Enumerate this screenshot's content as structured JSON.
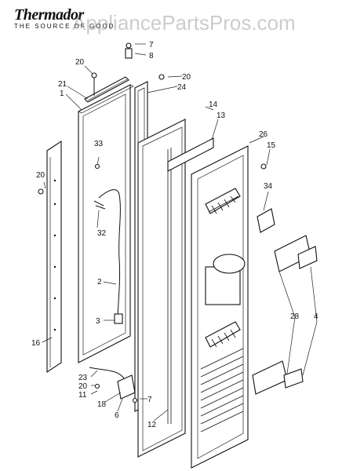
{
  "brand": {
    "name": "Thermador",
    "tagline": "THE SOURCE OF GOOD"
  },
  "watermark": "AppliancePartsPros.com",
  "callouts": [
    {
      "id": "c7",
      "text": "7"
    },
    {
      "id": "c8",
      "text": "8"
    },
    {
      "id": "c20a",
      "text": "20"
    },
    {
      "id": "c20b",
      "text": "20"
    },
    {
      "id": "c21",
      "text": "21"
    },
    {
      "id": "c1",
      "text": "1"
    },
    {
      "id": "c24",
      "text": "24"
    },
    {
      "id": "c14",
      "text": "14"
    },
    {
      "id": "c13",
      "text": "13"
    },
    {
      "id": "c26",
      "text": "26"
    },
    {
      "id": "c15",
      "text": "15"
    },
    {
      "id": "c33",
      "text": "33"
    },
    {
      "id": "c20c",
      "text": "20"
    },
    {
      "id": "c34",
      "text": "34"
    },
    {
      "id": "c32",
      "text": "32"
    },
    {
      "id": "c2",
      "text": "2"
    },
    {
      "id": "c28",
      "text": "28"
    },
    {
      "id": "c4",
      "text": "4"
    },
    {
      "id": "c3",
      "text": "3"
    },
    {
      "id": "c16",
      "text": "16"
    },
    {
      "id": "c23",
      "text": "23"
    },
    {
      "id": "c20d",
      "text": "20"
    },
    {
      "id": "c11",
      "text": "11"
    },
    {
      "id": "c18",
      "text": "18"
    },
    {
      "id": "c6",
      "text": "6"
    },
    {
      "id": "c7b",
      "text": "7"
    },
    {
      "id": "c12",
      "text": "12"
    }
  ]
}
